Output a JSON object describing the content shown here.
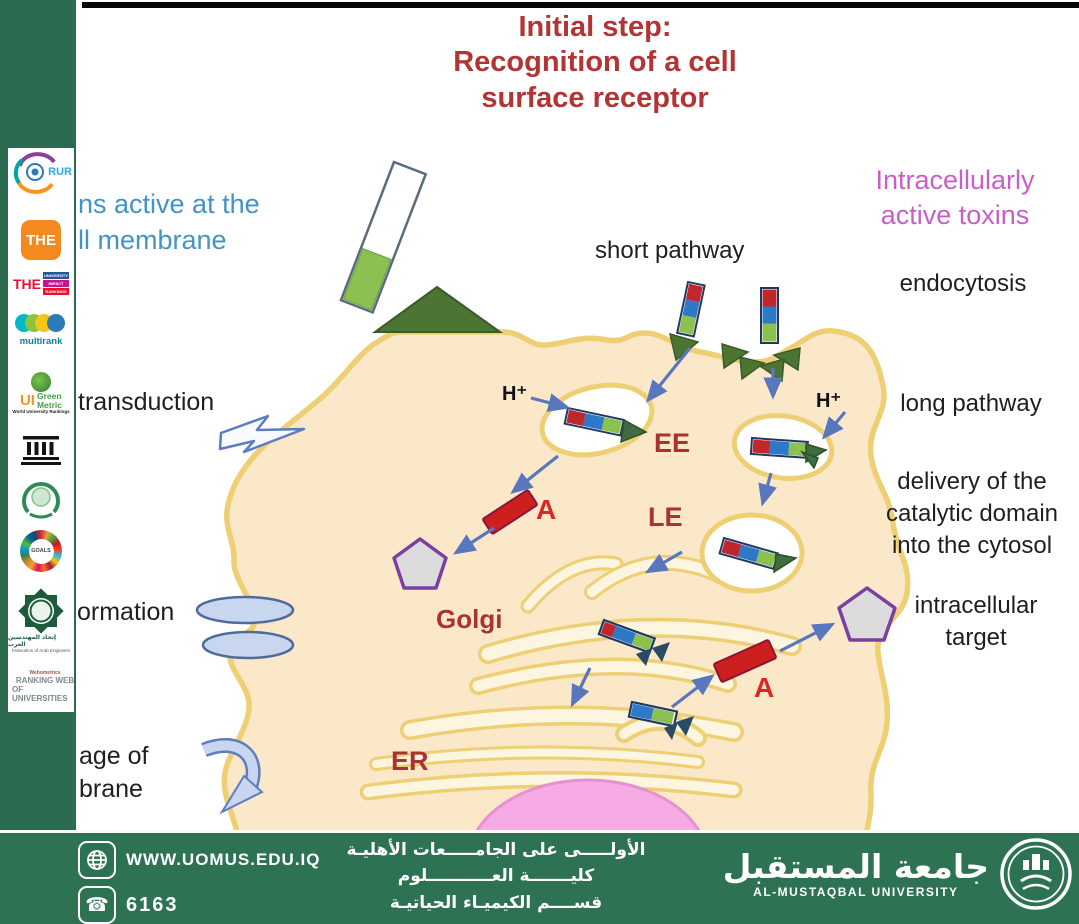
{
  "colors": {
    "band_green": "#2C6B4F",
    "footer_green": "#2E7254",
    "membrane_yellow": "#EECF74",
    "cell_fill": "#FAE8C9",
    "arrow_blue": "#5877BE",
    "title_red": "#B23434",
    "dark_red_label": "#A93333",
    "bright_red": "#E02424",
    "blue_text": "#4394C4",
    "magenta_text": "#C75FC7"
  },
  "slide": {
    "title": {
      "line1": "Initial step:",
      "line2": "Recognition of a cell",
      "line3": "surface receptor"
    },
    "labels": {
      "membrane_toxins_line1": "ns active at the",
      "membrane_toxins_line2": "ll membrane",
      "intracellular_toxins_line1": "Intracellularly",
      "intracellular_toxins_line2": "active toxins",
      "short_pathway": "short pathway",
      "endocytosis": "endocytosis",
      "long_pathway": "long pathway",
      "delivery_line1": "delivery of the",
      "delivery_line2": "catalytic domain",
      "delivery_line3": "into the cytosol",
      "target_line1": "intracellular",
      "target_line2": "target",
      "transduction": "transduction",
      "pore_formation": "ormation",
      "damage_line1": "age of",
      "damage_line2": "brane",
      "h_plus": "H⁺",
      "ee": "EE",
      "le": "LE",
      "a_subunit": "A",
      "golgi": "Golgi",
      "er": "ER"
    }
  },
  "sidebar": {
    "logos": [
      {
        "id": "rur",
        "label": "RUR"
      },
      {
        "id": "the",
        "label": "THE"
      },
      {
        "id": "the-impact",
        "label": "THE",
        "sub": [
          "UNIVERSITY",
          "IMPACT",
          "RANKINGS"
        ]
      },
      {
        "id": "multirank",
        "label": "multirank"
      },
      {
        "id": "greenmetric",
        "label": "UI",
        "sub": [
          "Green",
          "Metric",
          "World University Rankings"
        ]
      },
      {
        "id": "columns-building"
      },
      {
        "id": "arab-universities"
      },
      {
        "id": "sdg",
        "label": "GOALS"
      },
      {
        "id": "arab-engineers",
        "sub": [
          "إتحاد المهندسين العرب",
          "Federation of Arab Engineers"
        ]
      },
      {
        "id": "webometrics",
        "sub": [
          "Webometrics",
          "RANKING WEB",
          "OF UNIVERSITIES"
        ]
      }
    ]
  },
  "footer": {
    "website": "WWW.UOMUS.EDU.IQ",
    "phone": "6163",
    "arabic_line1": "الأولـــــى على الجامـــــعات الأهليـة",
    "arabic_line2": "كليـــــــة العـــــــــــلوم",
    "arabic_line3": "قســــم الكيميـاء الحياتيـة",
    "university_arabic": "جامعة المستقبل",
    "university_english": "AL-MUSTAQBAL UNIVERSITY"
  }
}
